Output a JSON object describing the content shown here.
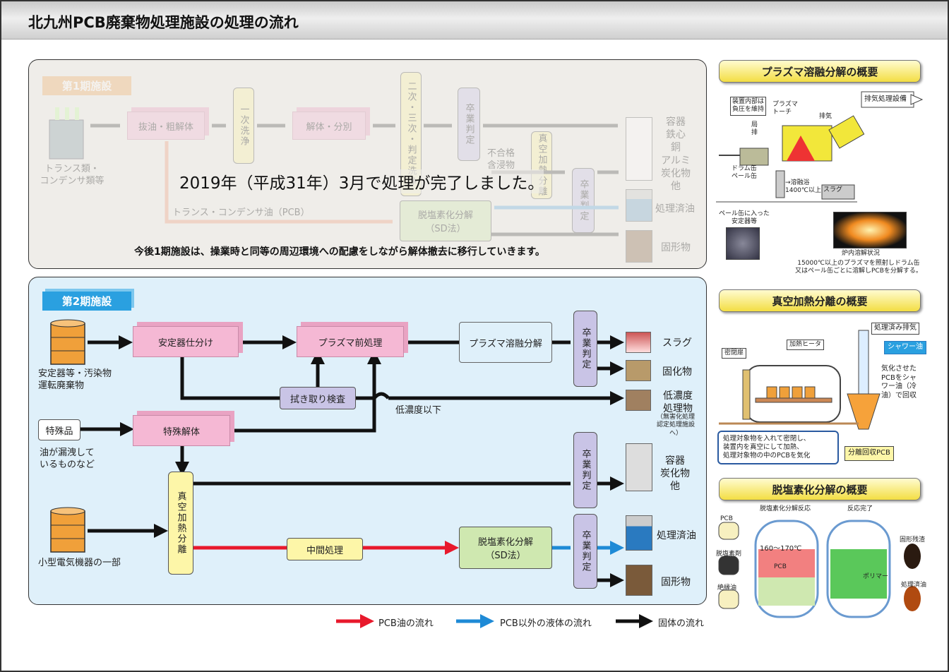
{
  "title": "北九州PCB廃棄物処理施設の処理の流れ",
  "phase1": {
    "tag": "第1期施設",
    "source": "トランス類・\nコンデンサ類等",
    "step_oil": "抜油・粗解体",
    "step_wash1": "一次洗浄",
    "step_split": "解体・分別",
    "step_wash2": "二次・三次・判定洗浄",
    "grad1": "卒業判定",
    "noncompliant": "不合格\n含浸物",
    "vacuum": "真空加熱分離",
    "grad2": "卒業判定",
    "oil_line": "トランス・コンデンサ油（PCB）",
    "sd": "脱塩素化分解\n（SD法）",
    "out_metal": "容器\n鉄心\n銅\nアルミ\n炭化物\n他",
    "out_oil": "処理済油",
    "out_solid": "固形物",
    "completion": "2019年（平成31年）3月で処理が完了しました。",
    "note": "今後1期施設は、操業時と同等の周辺環境への配慮をしながら解体撤去に移行していきます。"
  },
  "phase2": {
    "tag": "第2期施設",
    "src1": "安定器等・汚染物\n運転廃棄物",
    "src2_box": "特殊品",
    "src2": "油が漏洩して\nいるものなど",
    "src3": "小型電気機器の一部",
    "sort": "安定器仕分け",
    "plasma_pre": "プラズマ前処理",
    "plasma": "プラズマ溶融分解",
    "wipe": "拭き取り検査",
    "low": "低濃度以下",
    "special": "特殊解体",
    "vacuum": "真空加熱分離",
    "mid": "中間処理",
    "sd": "脱塩素化分解\n（SD法）",
    "grad": "卒業判定",
    "out_slag": "スラグ",
    "out_solidified": "固化物",
    "out_low": "低濃度\n処理物",
    "out_low_note": "（無害化処理\n認定処理施設へ）",
    "out_metal": "容器\n炭化物\n他",
    "out_oil": "処理済油",
    "out_solid": "固形物"
  },
  "legend": {
    "pcb": "PCB油の流れ",
    "liquid": "PCB以外の液体の流れ",
    "solid": "固体の流れ"
  },
  "plasma_panel": {
    "title": "プラズマ溶融分解の概要",
    "neg": "装置内部は\n負圧を維持",
    "torch": "プラズマ\nトーチ",
    "exhaust": "排気処理設備",
    "exhaust_lbl": "排気",
    "prod": "局\n排",
    "drum": "ドラム缶\nペール缶",
    "melt": "→溶融浴\n1400℃以上",
    "slag": "スラグ",
    "pail": "ペール缶に入った\n安定器等",
    "furnace": "炉内溶解状況",
    "desc": "15000℃以上のプラズマを照射しドラム缶\n又はペール缶ごとに溶解しPCBを分解する。"
  },
  "vacuum_panel": {
    "title": "真空加熱分離の概要",
    "exhaust": "処理済み排気",
    "shower": "シャワー油",
    "door": "密閉扉",
    "heater": "加熱ヒータ",
    "gas": "気化させた\nPCBをシャ\nワー油（冷\n油）で回収",
    "desc": "処理対象物を入れて密閉し、\n装置内を真空にして加熱、\n処理対象物の中のPCBを気化",
    "recover": "分離回収PCB"
  },
  "sd_panel": {
    "title": "脱塩素化分解の概要",
    "react": "脱塩素化分解反応",
    "done": "反応完了",
    "pcb": "PCB",
    "agent": "脱塩素剤",
    "insul": "絶縁油",
    "temp": "160～170℃",
    "pcb_in": "PCB",
    "polymer": "ポリマー",
    "residue": "固形残渣",
    "treated": "処理済油"
  },
  "colors": {
    "pcb": "#e8192c",
    "liquid": "#1e8ad6",
    "solid": "#111111",
    "pink": "#f5b8d4",
    "yellow": "#fdf6a8",
    "green": "#cfe8b0",
    "purple": "#c9c4e6",
    "tag": "#2aa0e0"
  }
}
